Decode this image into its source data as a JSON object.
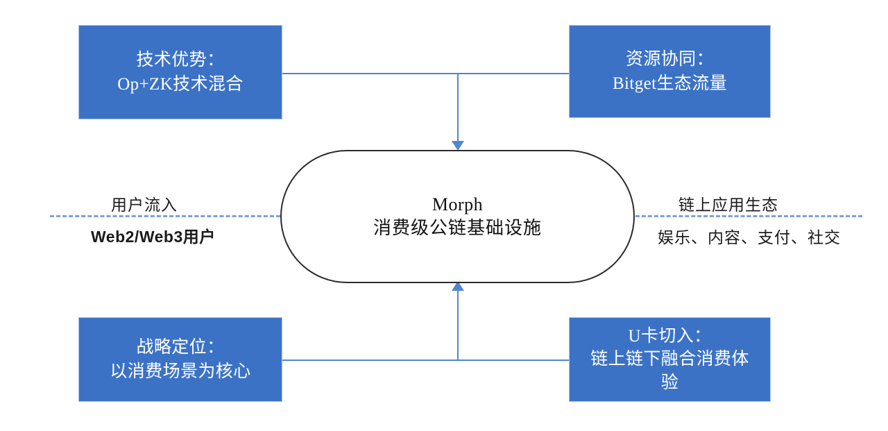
{
  "diagram": {
    "type": "block-flow-diagram",
    "colors": {
      "box_fill": "#3B72C6",
      "box_border": "#A8C4E8",
      "box_text": "#FFFFFF",
      "connector": "#4E87CD",
      "dashed_flow": "#7FA0D6",
      "core_border": "#2B2B2B",
      "background": "#FFFFFF"
    },
    "core": {
      "title": "Morph",
      "subtitle": "消费级公链基础设施"
    },
    "boxes": {
      "tech": {
        "heading": "技术优势：",
        "detail": "Op+ZK技术混合"
      },
      "resource": {
        "heading": "资源协同：",
        "detail": "Bitget生态流量"
      },
      "strategy": {
        "heading": "战略定位：",
        "detail": "以消费场景为核心"
      },
      "ucard": {
        "heading": "U卡切入：",
        "detail_line1": "链上链下融合消费体",
        "detail_line2": "验"
      }
    },
    "flows": {
      "left": {
        "label_top": "用户流入",
        "label_bottom": "Web2/Web3用户"
      },
      "right": {
        "label_top": "链上应用生态",
        "label_bottom": "娱乐、内容、支付、社交"
      }
    }
  }
}
